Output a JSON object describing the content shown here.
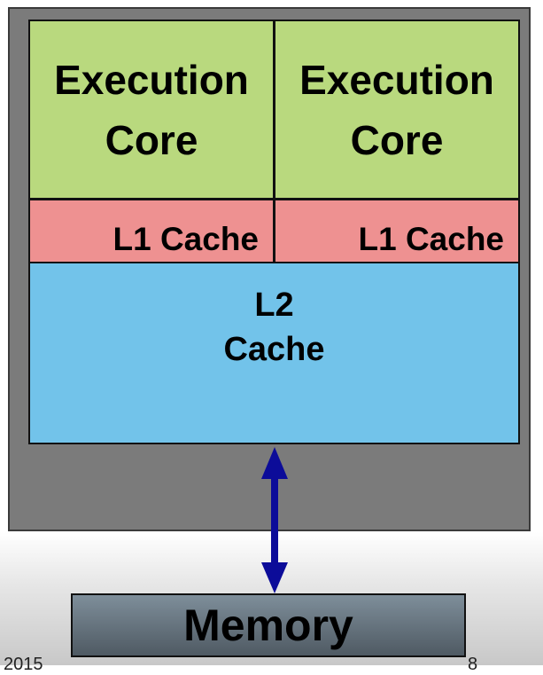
{
  "cores": [
    {
      "label_line1": "Execution",
      "label_line2": "Core"
    },
    {
      "label_line1": "Execution",
      "label_line2": "Core"
    }
  ],
  "l1": [
    "L1 Cache",
    "L1 Cache"
  ],
  "l2": {
    "line1": "L2",
    "line2": "Cache"
  },
  "memory": "Memory",
  "footer": {
    "left": "2015",
    "right": "8"
  },
  "colors": {
    "core": "#b9d97e",
    "l1": "#ee9191",
    "l2": "#72c3ea",
    "arrow": "#0c0c99",
    "chip": "#7b7b7b"
  }
}
